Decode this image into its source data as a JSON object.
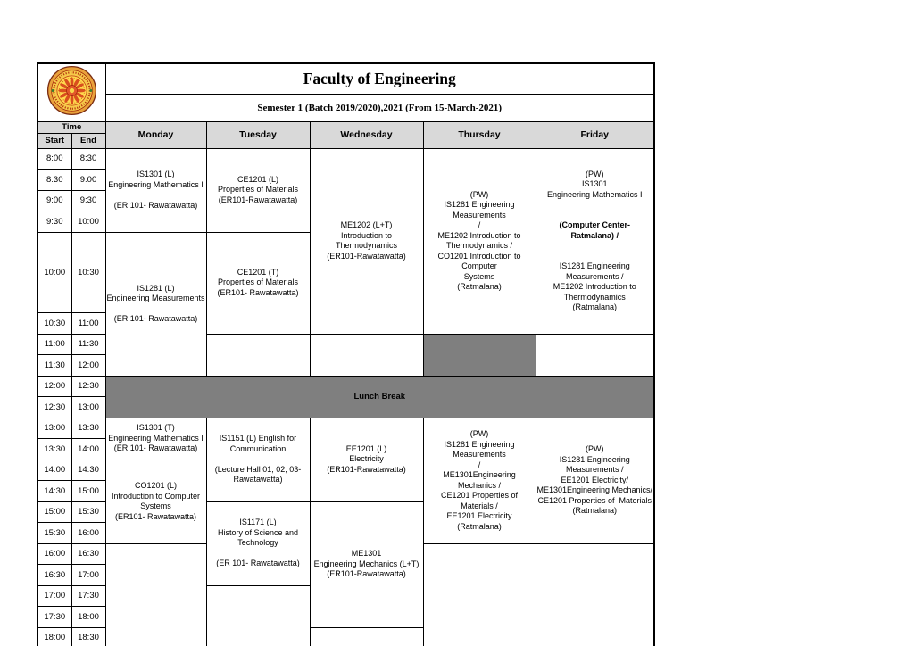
{
  "header": {
    "title": "Faculty of Engineering",
    "subtitle": "Semester 1 (Batch 2019/2020),2021 (From 15-March-2021)"
  },
  "logo_icon": "university-emblem",
  "table_head": {
    "time_label": "Time",
    "start_label": "Start",
    "end_label": "End",
    "days": [
      "Monday",
      "Tuesday",
      "Wednesday",
      "Thursday",
      "Friday"
    ]
  },
  "time_rows": [
    {
      "start": "8:00",
      "end": "8:30"
    },
    {
      "start": "8:30",
      "end": "9:00"
    },
    {
      "start": "9:00",
      "end": "9:30"
    },
    {
      "start": "9:30",
      "end": "10:00"
    },
    {
      "start": "10:00",
      "end": "10:30"
    },
    {
      "start": "10:30",
      "end": "11:00"
    },
    {
      "start": "11:00",
      "end": "11:30"
    },
    {
      "start": "11:30",
      "end": "12:00"
    },
    {
      "start": "12:00",
      "end": "12:30"
    },
    {
      "start": "12:30",
      "end": "13:00"
    },
    {
      "start": "13:00",
      "end": "13:30"
    },
    {
      "start": "13:30",
      "end": "14:00"
    },
    {
      "start": "14:00",
      "end": "14:30"
    },
    {
      "start": "14:30",
      "end": "15:00"
    },
    {
      "start": "15:00",
      "end": "15:30"
    },
    {
      "start": "15:30",
      "end": "16:00"
    },
    {
      "start": "16:00",
      "end": "16:30"
    },
    {
      "start": "16:30",
      "end": "17:00"
    },
    {
      "start": "17:00",
      "end": "17:30"
    },
    {
      "start": "17:30",
      "end": "18:00"
    },
    {
      "start": "18:00",
      "end": "18:30"
    }
  ],
  "lunch_label": "Lunch Break",
  "cells": {
    "monday": {
      "morning1": "IS1301 (L)\nEngineering Mathematics I\n\n(ER 101- Rawatawatta)",
      "morning2": "IS1281 (L)\nEngineering Measurements\n\n(ER 101- Rawatawatta)",
      "afternoon1": "IS1301 (T)\nEngineering Mathematics I\n(ER 101- Rawatawatta)",
      "afternoon2": "CO1201 (L)\nIntroduction to Computer\nSystems\n(ER101- Rawatawatta)"
    },
    "tuesday": {
      "morning1": "CE1201 (L)\nProperties of Materials\n(ER101-Rawatawatta)",
      "morning2": "CE1201 (T)\nProperties of Materials\n(ER101- Rawatawatta)",
      "afternoon1": "IS1151 (L) English for\nCommunication\n\n(Lecture Hall 01, 02, 03-\nRawatawatta)",
      "afternoon2": "IS1171 (L)\nHistory of Science and\nTechnology\n\n(ER 101- Rawatawatta)"
    },
    "wednesday": {
      "morning": "ME1202 (L+T)\nIntroduction to Thermodynamics\n(ER101-Rawatawatta)",
      "afternoon1": "EE1201 (L)\nElectricity\n(ER101-Rawatawatta)",
      "afternoon2": "ME1301\nEngineering Mechanics (L+T)\n(ER101-Rawatawatta)"
    },
    "thursday": {
      "morning": "(PW)\nIS1281 Engineering Measurements\n/\nME1202 Introduction to\nThermodynamics /\nCO1201 Introduction to Computer\nSystems\n(Ratmalana)",
      "afternoon": "(PW)\nIS1281 Engineering Measurements\n/\nME1301Engineering Mechanics /\nCE1201 Properties of  Materials /\nEE1201 Electricity\n(Ratmalana)"
    },
    "friday": {
      "morning_top": "(PW)\nIS1301\nEngineering Mathematics I",
      "morning_bold": "(Computer Center-  Ratmalana) /",
      "morning_rest": "IS1281 Engineering Measurements /\nME1202 Introduction to\nThermodynamics\n(Ratmalana)",
      "afternoon": "(PW)\nIS1281 Engineering Measurements /\nEE1201 Electricity/\nME1301Engineering Mechanics/\nCE1201 Properties of  Materials\n(Ratmalana)"
    }
  },
  "colors": {
    "header_fill": "#d9d9d9",
    "blocked_fill": "#7f7f7f",
    "border": "#000000",
    "logo_yellow": "#f6c94a",
    "logo_orange": "#e9a13b",
    "logo_red": "#b3330e"
  }
}
